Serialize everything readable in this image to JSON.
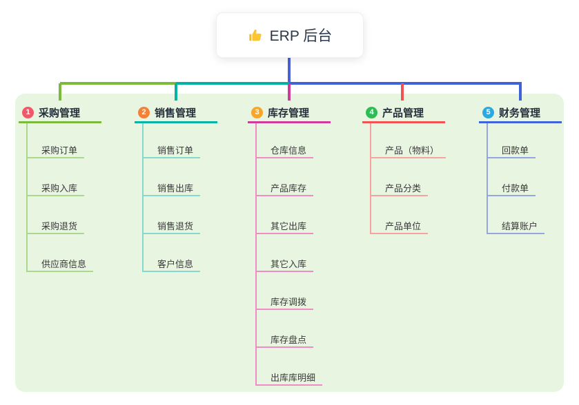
{
  "root": {
    "icon": "thumbs-up",
    "title": "ERP 后台"
  },
  "branches": [
    {
      "badge": "1",
      "label": "采购管理",
      "badge_color": "#f1586a",
      "line_color": "#7cba3d",
      "item_line_color": "#abd98b",
      "items": [
        "采购订单",
        "采购入库",
        "采购退货",
        "供应商信息"
      ]
    },
    {
      "badge": "2",
      "label": "销售管理",
      "badge_color": "#f58138",
      "line_color": "#02b3a4",
      "item_line_color": "#84d8cf",
      "items": [
        "销售订单",
        "销售出库",
        "销售退货",
        "客户信息"
      ]
    },
    {
      "badge": "3",
      "label": "库存管理",
      "badge_color": "#f7a62a",
      "line_color": "#ce3a9c",
      "item_line_color": "#ef8cc6",
      "items": [
        "仓库信息",
        "产品库存",
        "其它出库",
        "其它入库",
        "库存调拨",
        "库存盘点",
        "出库库明细"
      ]
    },
    {
      "badge": "4",
      "label": "产品管理",
      "badge_color": "#2dbd55",
      "line_color": "#f15353",
      "item_line_color": "#f8a19e",
      "items": [
        "产品（物料）",
        "产品分类",
        "产品单位"
      ]
    },
    {
      "badge": "5",
      "label": "财务管理",
      "badge_color": "#2ba9e0",
      "line_color": "#3e63d8",
      "item_line_color": "#93a6e3",
      "items": [
        "回款单",
        "付款单",
        "结算账户"
      ]
    }
  ],
  "colors": {
    "panel_bg": "#e8f5e1",
    "root_connector": "#4a60d6",
    "text": "#333333"
  }
}
